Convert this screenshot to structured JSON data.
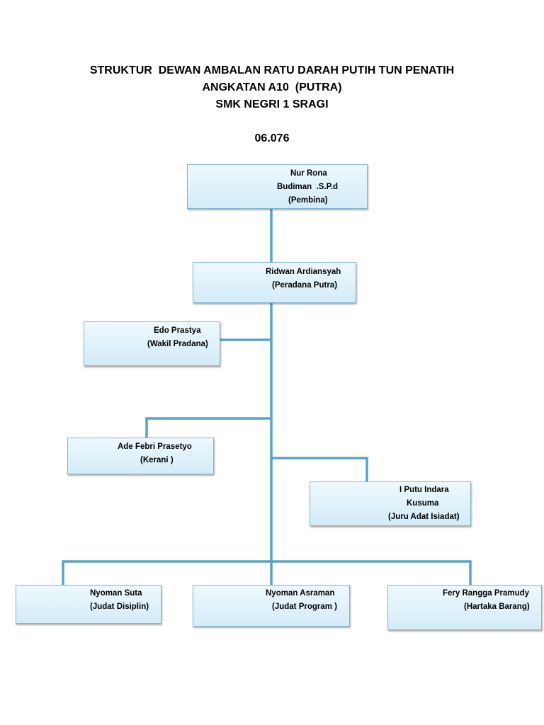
{
  "title": {
    "line1": "STRUKTUR  DEWAN AMBALAN RATU DARAH PUTIH TUN PENATIH",
    "line2": "ANGKATAN A10  (PUTRA)",
    "line3": "SMK NEGRI 1 SRAGI",
    "code": "06.076"
  },
  "nodes": {
    "pembina": {
      "name1": "Nur Rona",
      "name2": "Budiman  .S.P.d",
      "role": "(Pembina)"
    },
    "pradana": {
      "name": "Ridwan Ardiansyah",
      "role": "(Peradana Putra)"
    },
    "wakil": {
      "name": "Edo Prastya",
      "role": "(Wakil Pradana)"
    },
    "kerani": {
      "name": "Ade Febri Prasetyo",
      "role": "(Kerani )"
    },
    "juru_adat": {
      "name1": "I Putu Indara",
      "name2": "Kusuma",
      "role": "(Juru Adat Isiadat)"
    },
    "judat_disiplin": {
      "name": "Nyoman Suta",
      "role": "(Judat Disiplin)"
    },
    "judat_program": {
      "name": "Nyoman Asraman",
      "role": "(Judat Program )"
    },
    "hartaka": {
      "name": "Fery Rangga Pramudy",
      "role": "(Hartaka Barang)"
    }
  },
  "colors": {
    "connector": "#5aa3c4",
    "box_border": "#7fb7d2",
    "box_fill_top": "#eef8fd",
    "box_fill_bottom": "#d3ecf8"
  }
}
